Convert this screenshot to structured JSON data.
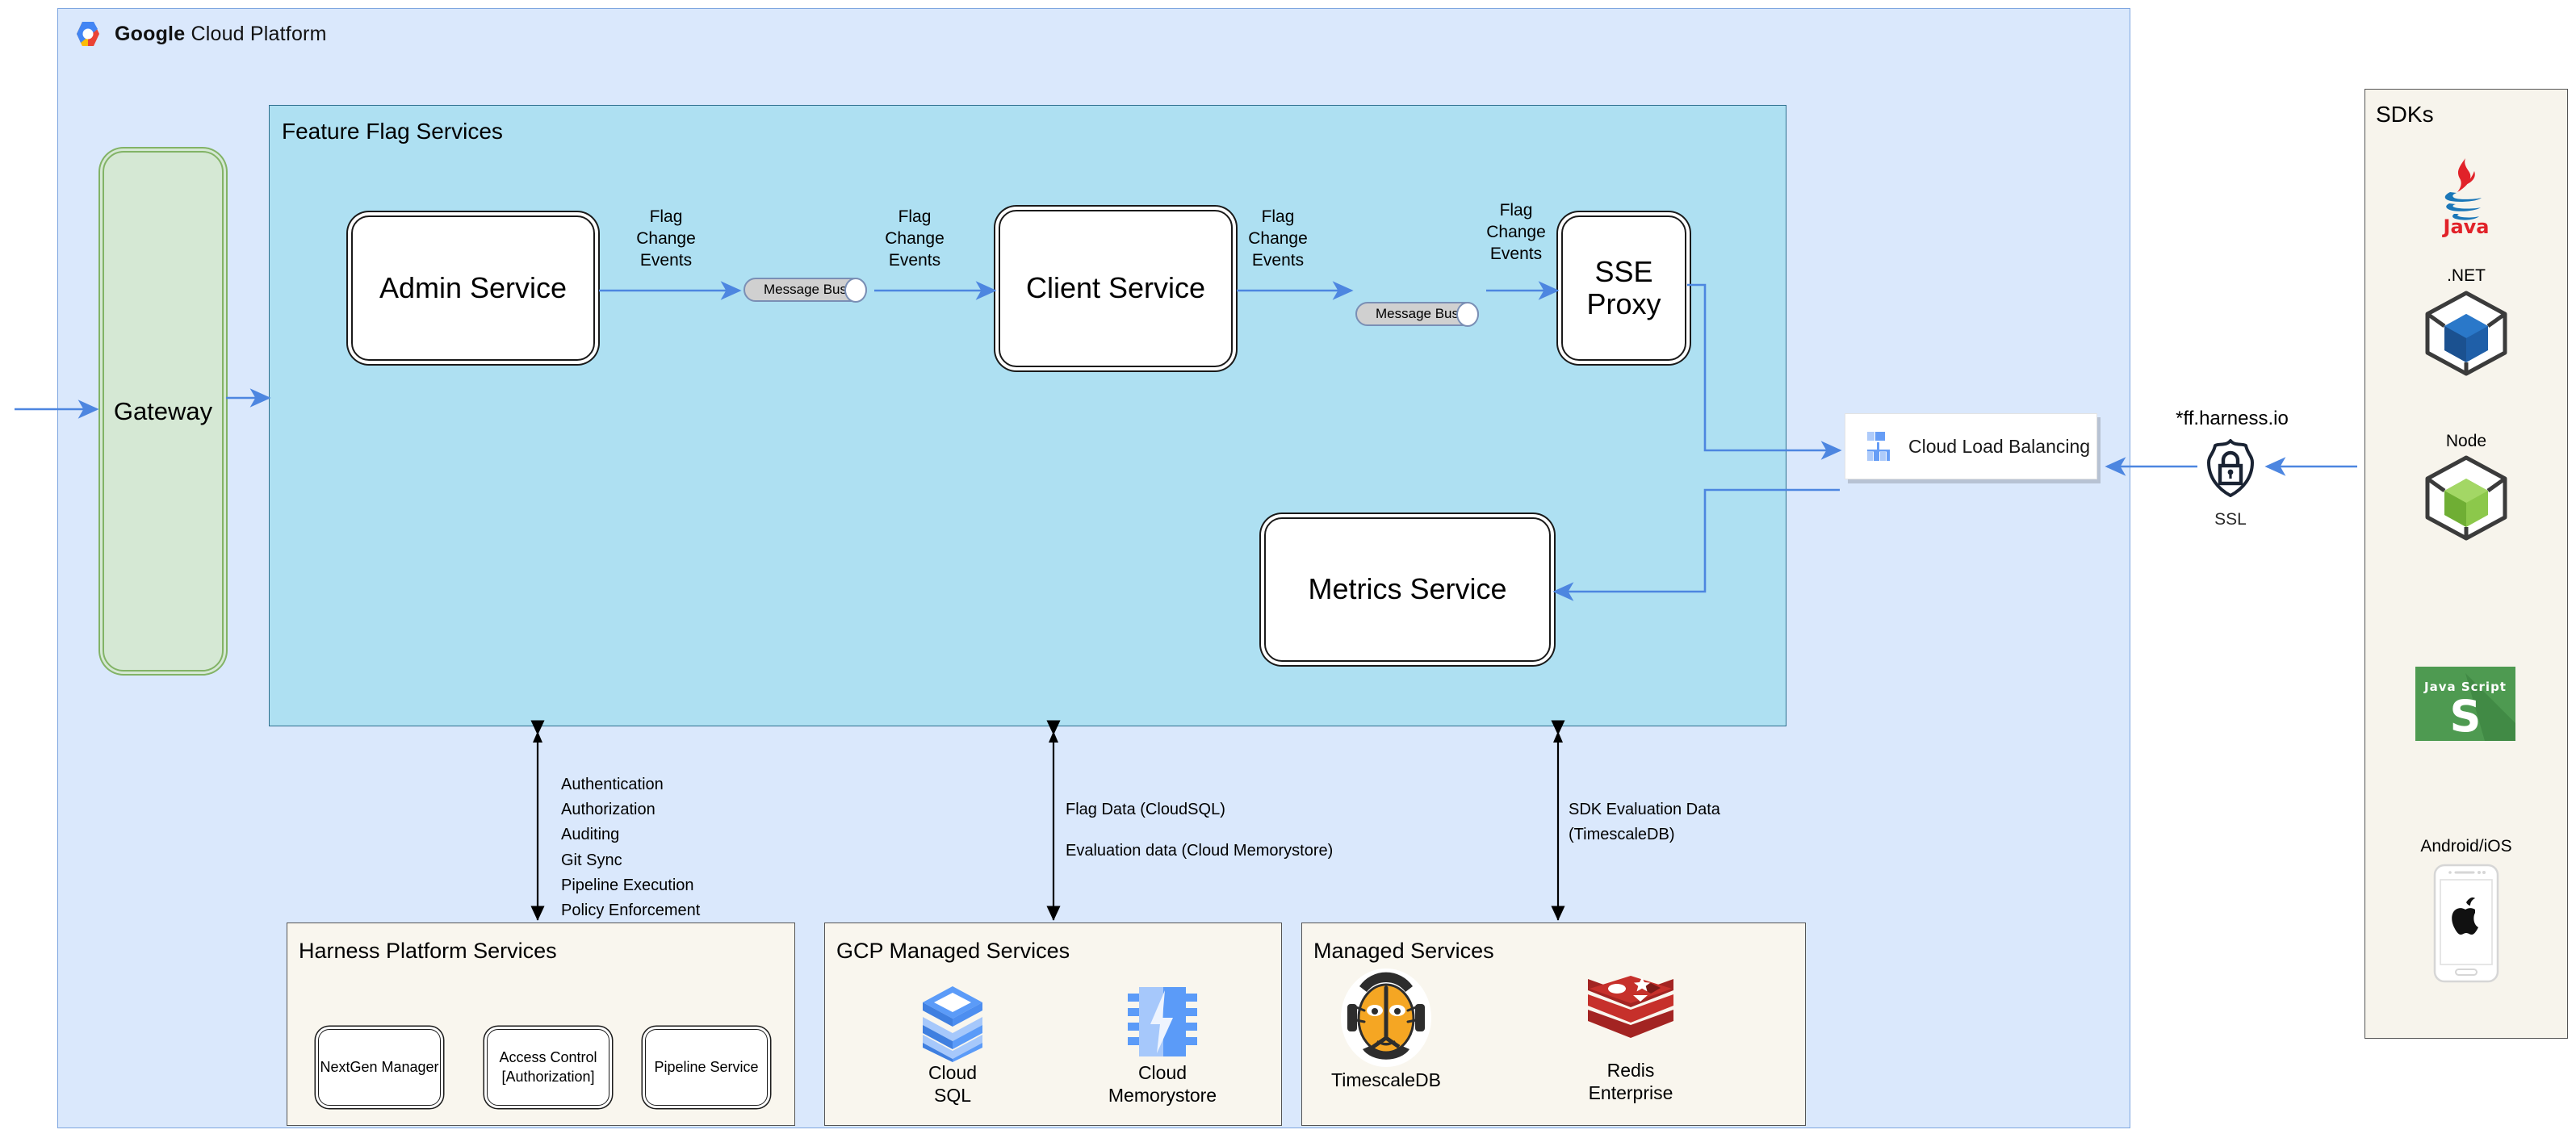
{
  "gcp": {
    "title_bold": "Google",
    "title_rest": " Cloud Platform",
    "logo_icon": "google-cloud-logo-icon"
  },
  "gateway": {
    "label": "Gateway"
  },
  "feature_flag_services": {
    "label": "Feature Flag Services",
    "services": [
      {
        "id": "admin-service",
        "label": "Admin Service"
      },
      {
        "id": "client-service",
        "label": "Client Service"
      },
      {
        "id": "sse-proxy",
        "label": "SSE\nProxy",
        "line1": "SSE",
        "line2": "Proxy"
      },
      {
        "id": "metrics-service",
        "label": "Metrics Service"
      }
    ],
    "message_buses": [
      {
        "id": "message-bus-1",
        "label": "Message Bus"
      },
      {
        "id": "message-bus-2",
        "label": "Message Bus"
      }
    ],
    "edge_labels": [
      {
        "id": "edge-admin-to-bus1",
        "text": "Flag\nChange\nEvents",
        "l1": "Flag",
        "l2": "Change",
        "l3": "Events"
      },
      {
        "id": "edge-bus1-to-client",
        "text": "Flag\nChange\nEvents",
        "l1": "Flag",
        "l2": "Change",
        "l3": "Events"
      },
      {
        "id": "edge-client-to-bus2",
        "text": "Flag\nChange\nEvents",
        "l1": "Flag",
        "l2": "Change",
        "l3": "Events"
      },
      {
        "id": "edge-bus2-to-sseproxy",
        "text": "Flag\nChange\nEvents",
        "l1": "Flag",
        "l2": "Change",
        "l3": "Events"
      }
    ]
  },
  "load_balancer": {
    "label": "Cloud Load Balancing",
    "icon": "cloud-load-balancing-icon"
  },
  "ssl": {
    "domain": "*ff.harness.io",
    "caption": "SSL",
    "icon": "ssl-shield-lock-icon"
  },
  "sdks": {
    "label": "SDKs",
    "items": [
      {
        "id": "java",
        "caption_above": "",
        "caption_below": "Java",
        "icon": "java-logo-icon"
      },
      {
        "id": "dotnet",
        "caption_above": ".NET",
        "caption_below": "",
        "icon": "dotnet-cube-icon"
      },
      {
        "id": "node",
        "caption_above": "Node",
        "caption_below": "",
        "icon": "node-cube-icon"
      },
      {
        "id": "javascript",
        "caption_above": "",
        "caption_below": "",
        "icon": "javascript-logo-icon"
      },
      {
        "id": "android-ios",
        "caption_above": "Android/iOS",
        "caption_below": "",
        "icon": "mobile-apple-icon"
      }
    ]
  },
  "annotations": {
    "harness_link": [
      "Authentication",
      "Authorization",
      "Auditing",
      "Git Sync",
      "Pipeline Execution",
      "Policy Enforcement"
    ],
    "gcp_link": [
      "Flag Data (CloudSQL)",
      "Evaluation data (Cloud Memorystore)"
    ],
    "managed_link": [
      "SDK Evaluation Data",
      "(TimescaleDB)"
    ]
  },
  "bottom_panels": [
    {
      "id": "harness-platform-services",
      "title": "Harness Platform Services",
      "children": [
        {
          "id": "nextgen-manager",
          "l1": "NextGen Manager",
          "l2": ""
        },
        {
          "id": "access-control",
          "l1": "Access Control",
          "l2": "[Authorization]"
        },
        {
          "id": "pipeline-service",
          "l1": "Pipeline Service",
          "l2": ""
        }
      ]
    },
    {
      "id": "gcp-managed-services",
      "title": "GCP Managed Services",
      "children": [
        {
          "id": "cloud-sql",
          "l1": "Cloud",
          "l2": "SQL",
          "icon": "cloud-sql-icon"
        },
        {
          "id": "cloud-memorystore",
          "l1": "Cloud",
          "l2": "Memorystore",
          "icon": "cloud-memorystore-icon"
        }
      ]
    },
    {
      "id": "managed-services",
      "title": "Managed Services",
      "children": [
        {
          "id": "timescaledb",
          "l1": "TimescaleDB",
          "l2": "",
          "icon": "timescaledb-tiger-icon"
        },
        {
          "id": "redis-enterprise",
          "l1": "Redis",
          "l2": "Enterprise",
          "icon": "redis-icon"
        }
      ]
    }
  ],
  "colors": {
    "gcp_panel": "#dae8fc",
    "gcp_border": "#7ea6e0",
    "ffs_panel": "#aee0f2",
    "ffs_border": "#2e6f8e",
    "gateway_fill": "#d5e8d4",
    "gateway_border": "#82b366",
    "beige_panel": "#f9f6ee",
    "arrow_blue": "#4d86e0",
    "message_bus_fill": "#d0d0d0",
    "redis_red": "#c6302b",
    "timescale_orange": "#fdb515",
    "js_green": "#4e9a51",
    "java_red": "#e76f00",
    "node_green": "#8cc84b",
    "dotnet_blue": "#1f5fa8"
  }
}
